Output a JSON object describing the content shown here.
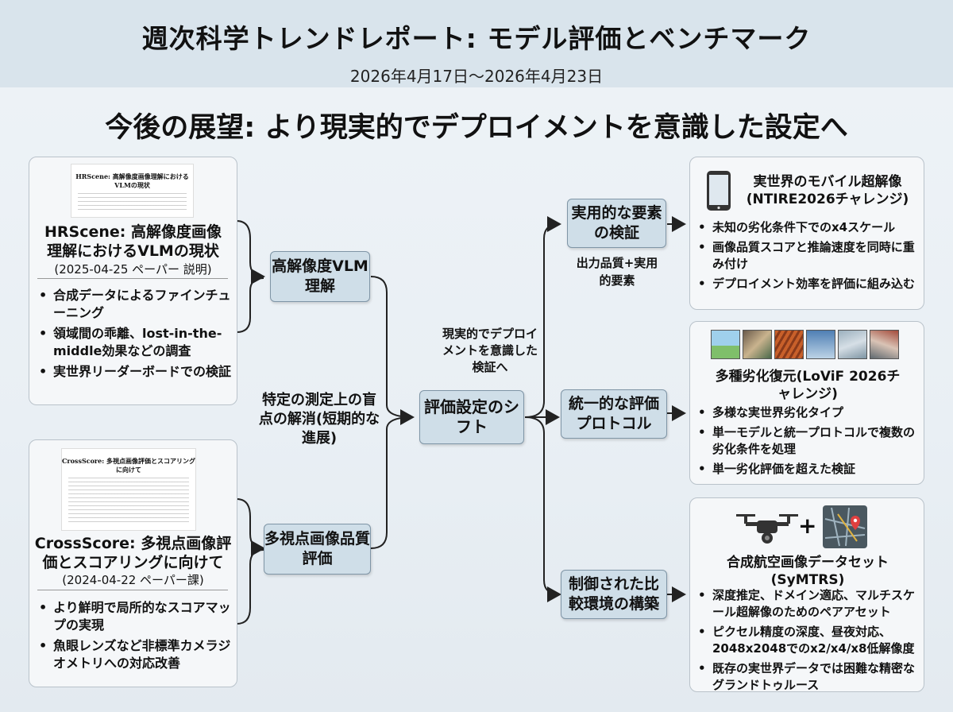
{
  "header": {
    "title": "週次科学トレンドレポート: モデル評価とベンチマーク",
    "date_range": "2026年4月17日〜2026年4月23日"
  },
  "section_title": "今後の展望: より現実的でデプロイメントを意識した設定へ",
  "papers": [
    {
      "thumb_title": "HRScene: 高解像度画像理解におけるVLMの現状",
      "title": "HRScene: 高解像度画像理解におけるVLMの現状",
      "date": "(2025-04-25 ペーパー 説明)",
      "bullets": [
        "合成データによるファインチューニング",
        "領域間の乖離、lost-in-the-middle効果などの調査",
        "実世界リーダーボードでの検証"
      ]
    },
    {
      "thumb_title": "CrossScore: 多視点画像評価とスコアリングに向けて",
      "title": "CrossScore: 多視点画像評価とスコアリングに向けて",
      "date": "(2024-04-22 ペーパー課)",
      "bullets": [
        "より鮮明で局所的なスコアマップの実現",
        "魚眼レンズなど非標準カメラジオメトリへの対応改善"
      ]
    }
  ],
  "nodes": {
    "hr_vlm": "高解像度VLM理解",
    "multi_view": "多視点画像品質評価",
    "shift": "評価設定のシフト",
    "practical": "実用的な要素の検証",
    "unified": "統一的な評価プロトコル",
    "controlled": "制御された比較環境の構築"
  },
  "labels": {
    "blind_spots": "特定の測定上の盲点の解消(短期的な進展)",
    "realistic": "現実的でデプロイメントを意識した検証へ",
    "output_quality": "出力品質+実用的要素"
  },
  "results": [
    {
      "icon": "smartphone-icon",
      "title": "実世界のモバイル超解像(NTIRE2026チャレンジ)",
      "bullets": [
        "未知の劣化条件下でのx4スケール",
        "画像品質スコアと推論速度を同時に重み付け",
        "デプロイメント効率を評価に組み込む"
      ]
    },
    {
      "icon": "image-thumbnails-icon",
      "title": "多種劣化復元(LoViF 2026チャレンジ)",
      "bullets": [
        "多様な実世界劣化タイプ",
        "単一モデルと統一プロトコルで複数の劣化条件を処理",
        "単一劣化評価を超えた検証"
      ]
    },
    {
      "icon": "drone-map-icon",
      "title": "合成航空画像データセット(SyMTRS)",
      "plus": "+",
      "bullets": [
        "深度推定、ドメイン適応、マルチスケール超解像のためのペアアセット",
        "ピクセル精度の深度、昼夜対応、2048x2048でのx2/x4/x8低解像度",
        "既存の実世界データでは困難な精密なグランドトゥルース"
      ]
    }
  ],
  "colors": {
    "node_fill": "#cfdee8",
    "header_bg": "#d9e4ec",
    "wire": "#222222"
  }
}
